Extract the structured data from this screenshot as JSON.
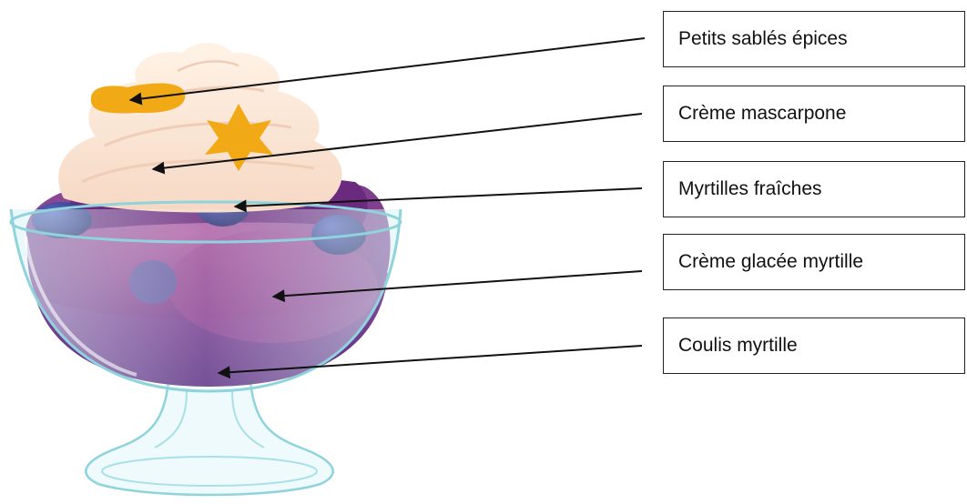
{
  "diagram": {
    "labels": [
      {
        "id": "sables",
        "text": "Petits sablés épices"
      },
      {
        "id": "mascarpone",
        "text": "Crème mascarpone"
      },
      {
        "id": "myrtilles",
        "text": "Myrtilles fraîches"
      },
      {
        "id": "glace",
        "text": "Crème glacée myrtille"
      },
      {
        "id": "coulis",
        "text": "Coulis myrtille"
      }
    ]
  },
  "colors": {
    "cream": "#fbe6d6",
    "biscuit": "#f2a916",
    "blueberry": "#3a3f8f",
    "ice_cream": "#7a3f8f",
    "coulis": "#5a2c80",
    "glass": "#7fd0da",
    "arrow": "#111111"
  }
}
